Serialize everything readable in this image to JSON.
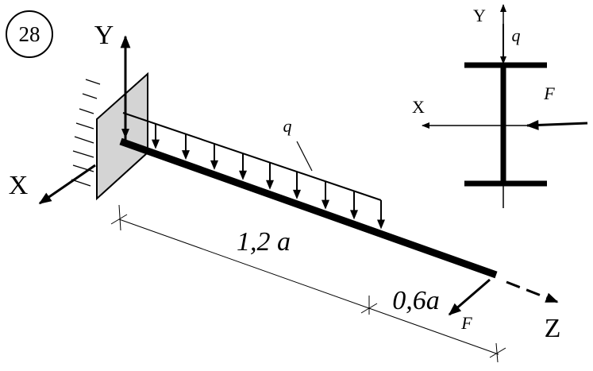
{
  "problem_number": "28",
  "axes": {
    "y": "Y",
    "x": "X",
    "z": "Z"
  },
  "loads": {
    "distributed": "q",
    "force": "F"
  },
  "dimensions": {
    "span_1": "1,2 a",
    "span_2": "0,6a"
  },
  "cross_section": {
    "y_axis": "Y",
    "x_axis": "X",
    "load_q": "q",
    "force": "F"
  }
}
